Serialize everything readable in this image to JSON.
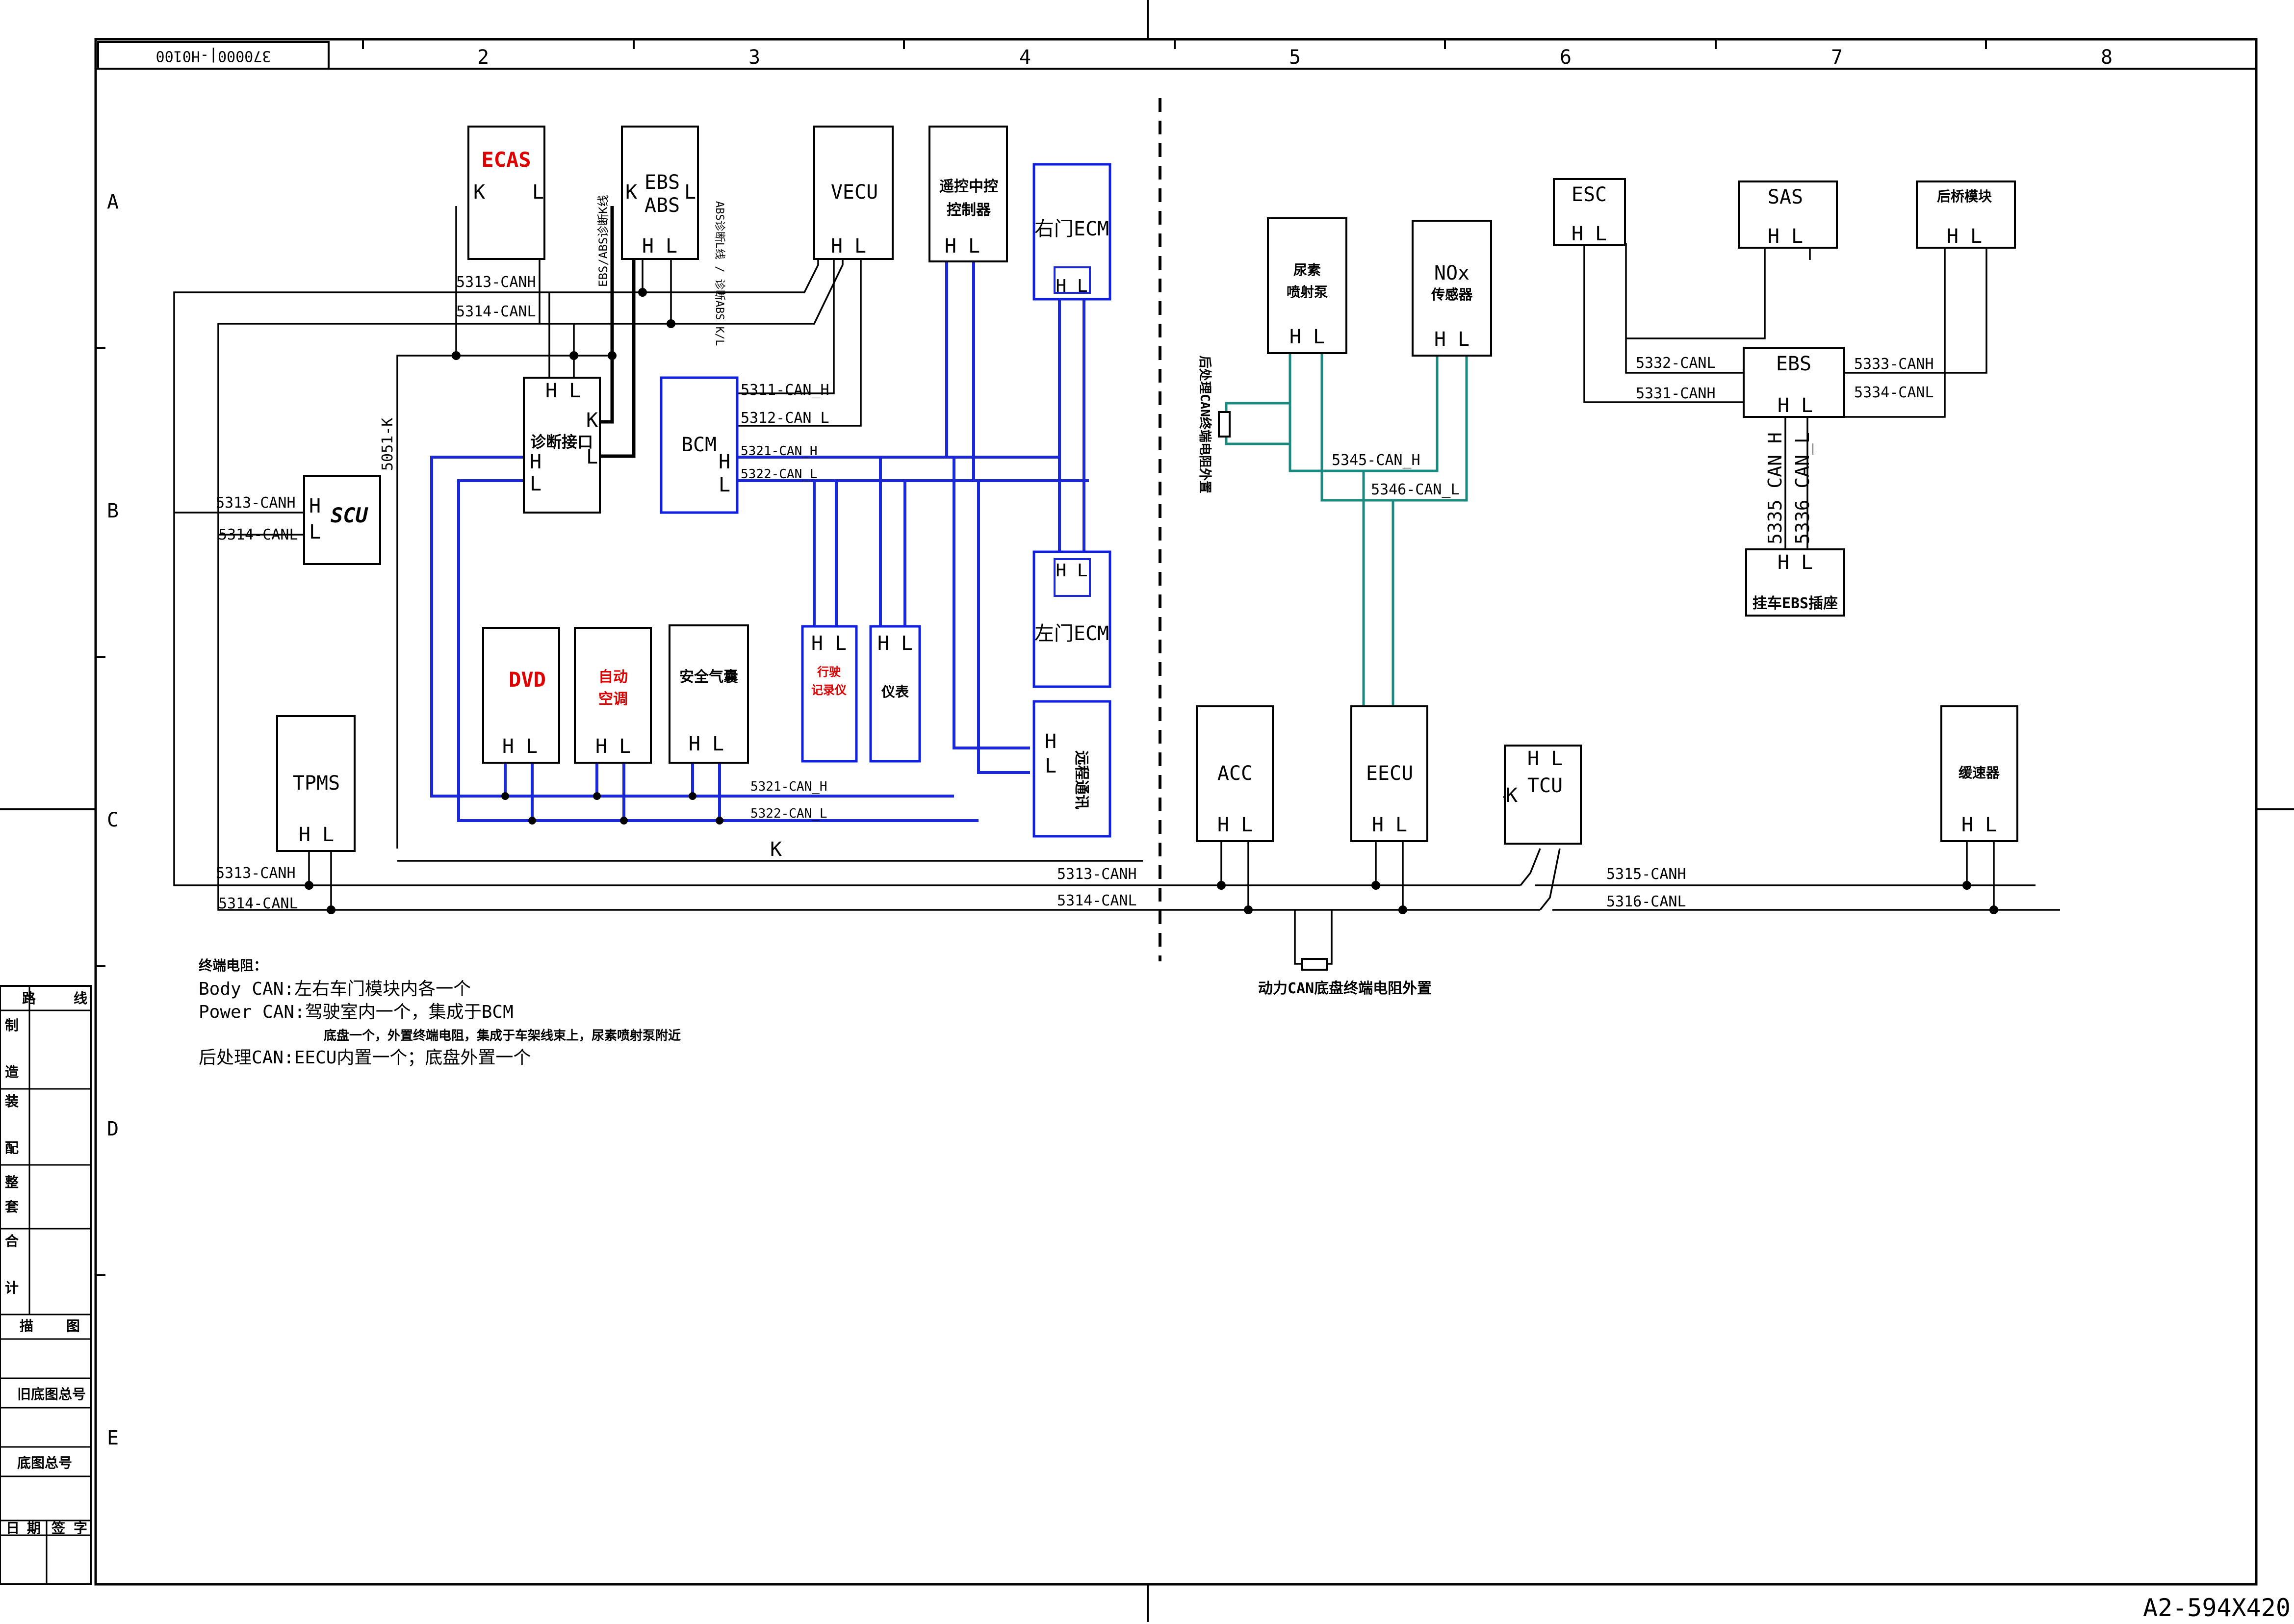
{
  "drawing": {
    "number": "370000|-H0100",
    "size": "A2-594X420",
    "col_numbers": [
      "2",
      "3",
      "4",
      "5",
      "6",
      "7",
      "8"
    ],
    "row_letters": [
      "A",
      "B",
      "C",
      "D",
      "E"
    ]
  },
  "title_block": {
    "route_1": "路",
    "route_2": "线",
    "make_1": "制",
    "make_2": "造",
    "assy_1": "装",
    "assy_2": "配",
    "set_1": "整",
    "set_2": "套",
    "total_1": "合",
    "total_2": "计",
    "draw_1": "描",
    "draw_2": "图",
    "old_no": "旧底图总号",
    "base_no": "底图总号",
    "date_1": "日",
    "date_2": "期",
    "sign_1": "签",
    "sign_2": "字"
  },
  "modules": {
    "ecas": {
      "name": "ECAS",
      "pins_left": "K",
      "pins_right": "L"
    },
    "ebs_abs": {
      "name1": "EBS",
      "name2": "ABS",
      "pin_k": "K",
      "pin_l": "L",
      "pins": "H L",
      "side_left": "EBS/ABS诊断K线",
      "side_right": "ABS诊断L线 / 诊断ABS K/L"
    },
    "vecu": {
      "name": "VECU",
      "pins": "H L"
    },
    "remote": {
      "name1": "遥控中控",
      "name2": "控制器",
      "pins": "H L"
    },
    "right_ecm": {
      "name": "右门ECM",
      "pins": "H L"
    },
    "left_ecm": {
      "name": "左门ECM",
      "pins": "H L"
    },
    "diag": {
      "name": "诊断接口",
      "top": "H L",
      "k": "K",
      "h": "H",
      "l": "L",
      "l2": "L"
    },
    "bcm": {
      "name": "BCM",
      "h": "H",
      "l": "L"
    },
    "scu": {
      "name": "SCU",
      "h": "H",
      "l": "L"
    },
    "dvd": {
      "name": "DVD",
      "pins": "H L"
    },
    "ac": {
      "name1": "自动",
      "name2": "空调",
      "pins": "H L"
    },
    "airbag": {
      "name": "安全气囊",
      "pins": "H L"
    },
    "tacho": {
      "name1": "行驶",
      "name2": "记录仪",
      "pins": "H L"
    },
    "meter": {
      "name": "仪表",
      "pins": "H L"
    },
    "telematics": {
      "name": "远程通讯",
      "h": "H",
      "l": "L"
    },
    "tpms": {
      "name": "TPMS",
      "pins": "H L"
    },
    "urea": {
      "name1": "尿素",
      "name2": "喷射泵",
      "pins": "H L"
    },
    "nox": {
      "name1": "NOx",
      "name2": "传感器",
      "pins": "H L"
    },
    "esc": {
      "name": "ESC",
      "pins": "H L"
    },
    "sas": {
      "name": "SAS",
      "pins": "H L"
    },
    "rear_axle": {
      "name": "后桥模块",
      "pins": "H L"
    },
    "ebs": {
      "name": "EBS",
      "pins": "H L"
    },
    "trailer": {
      "name": "挂车EBS插座",
      "pins": "H L"
    },
    "acc": {
      "name": "ACC",
      "pins": "H L"
    },
    "eecu": {
      "name": "EECU",
      "pins": "H L"
    },
    "tcu": {
      "name": "TCU",
      "pins": "H L",
      "k": "K"
    },
    "retarder": {
      "name": "缓速器",
      "pins": "H L"
    }
  },
  "wires": {
    "w5313_canh": "5313-CANH",
    "w5314_canl": "5314-CANL",
    "w5051_k": "5051-K",
    "w5311": "5311-CAN_H",
    "w5312": "5312-CAN_L",
    "w5321": "5321-CAN_H",
    "w5322": "5322-CAN_L",
    "w5345": "5345-CAN_H",
    "w5346": "5346-CAN_L",
    "w5332": "5332-CANL",
    "w5331": "5331-CANH",
    "w5333": "5333-CANH",
    "w5334": "5334-CANL",
    "w5335": "5335 CAN_H",
    "w5336": "5336 CAN_L",
    "w5315": "5315-CANH",
    "w5316": "5316-CANL",
    "k_line": "K"
  },
  "annotations": {
    "after_treatment_ext": "后处理CAN终端电阻外置",
    "powertrain_ext": "动力CAN底盘终端电阻外置"
  },
  "notes": {
    "title": "终端电阻：",
    "line1": "Body  CAN:左右车门模块内各一个",
    "line2": "Power CAN:驾驶室内一个，集成于BCM",
    "line3": "底盘一个，外置终端电阻，集成于车架线束上，尿素喷射泵附近",
    "line4": "后处理CAN:EECU内置一个；底盘外置一个"
  }
}
